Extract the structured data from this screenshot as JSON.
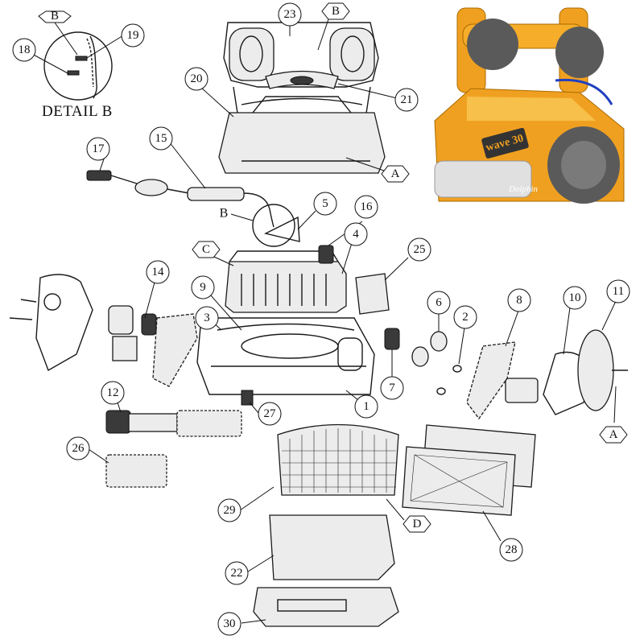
{
  "detail_title": "DETAIL B",
  "product_badge": "wave 30",
  "brand_badge": "Dolphin",
  "callouts": [
    {
      "id": "c18",
      "text": "18"
    },
    {
      "id": "c19",
      "text": "19"
    },
    {
      "id": "cB1",
      "text": "B"
    },
    {
      "id": "c23",
      "text": "23"
    },
    {
      "id": "cB2",
      "text": "B"
    },
    {
      "id": "c20",
      "text": "20"
    },
    {
      "id": "c21",
      "text": "21"
    },
    {
      "id": "c17",
      "text": "17"
    },
    {
      "id": "c15",
      "text": "15"
    },
    {
      "id": "cA1",
      "text": "A"
    },
    {
      "id": "c5",
      "text": "5"
    },
    {
      "id": "c16",
      "text": "16"
    },
    {
      "id": "c4",
      "text": "4"
    },
    {
      "id": "c25",
      "text": "25"
    },
    {
      "id": "cC",
      "text": "C"
    },
    {
      "id": "c14",
      "text": "14"
    },
    {
      "id": "c9",
      "text": "9"
    },
    {
      "id": "c3",
      "text": "3"
    },
    {
      "id": "c6",
      "text": "6"
    },
    {
      "id": "c2",
      "text": "2"
    },
    {
      "id": "c8",
      "text": "8"
    },
    {
      "id": "c10",
      "text": "10"
    },
    {
      "id": "c11",
      "text": "11"
    },
    {
      "id": "c7",
      "text": "7"
    },
    {
      "id": "c1",
      "text": "1"
    },
    {
      "id": "c12",
      "text": "12"
    },
    {
      "id": "c27",
      "text": "27"
    },
    {
      "id": "cA2",
      "text": "A"
    },
    {
      "id": "c26",
      "text": "26"
    },
    {
      "id": "c29",
      "text": "29"
    },
    {
      "id": "cD",
      "text": "D"
    },
    {
      "id": "c28",
      "text": "28"
    },
    {
      "id": "c22",
      "text": "22"
    },
    {
      "id": "c30",
      "text": "30"
    }
  ],
  "free_labels": {
    "b_pointer": "B"
  },
  "colors": {
    "robot_body": "#f0a020",
    "robot_dark": "#5a5a5a",
    "line": "#1a1a1a",
    "background": "#ffffff"
  }
}
